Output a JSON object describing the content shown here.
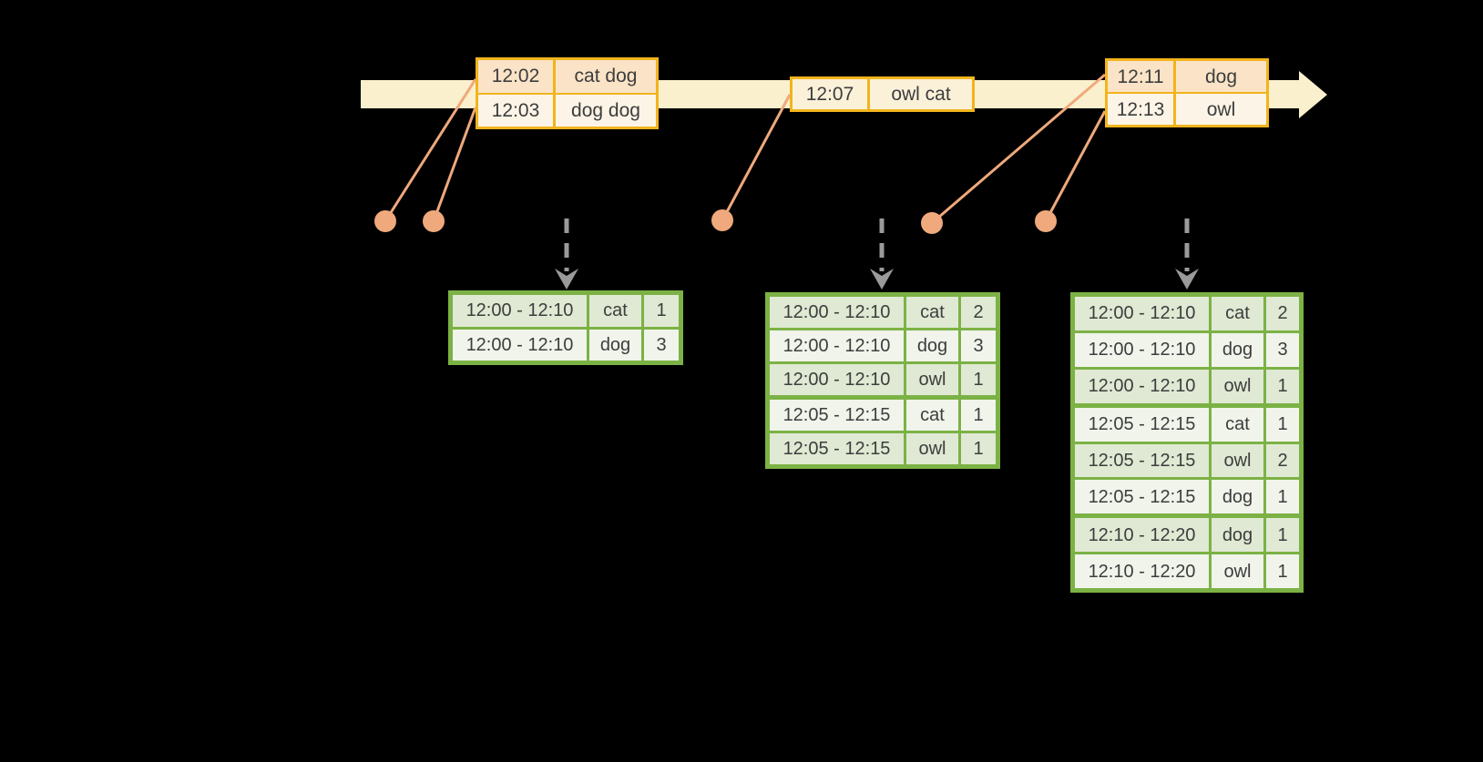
{
  "colors": {
    "background": "#000000",
    "timeline_fill": "#FAF0CD",
    "event_table_border": "#F2B41C",
    "event_row_dark": "#FAE3C6",
    "event_row_light": "#FCF4E6",
    "result_table_border": "#7CB245",
    "result_row_dark": "#DFE9D3",
    "result_row_light": "#F0F4EB",
    "connector": "#EFA97C",
    "trigger_arrow": "#9A9A9A",
    "text": "#3D3D3D"
  },
  "event_tables": [
    {
      "rows": [
        {
          "time": "12:02",
          "words": "cat dog"
        },
        {
          "time": "12:03",
          "words": "dog dog"
        }
      ]
    },
    {
      "rows": [
        {
          "time": "12:07",
          "words": "owl cat"
        }
      ]
    },
    {
      "rows": [
        {
          "time": "12:11",
          "words": "dog"
        },
        {
          "time": "12:13",
          "words": "owl"
        }
      ]
    }
  ],
  "result_tables": [
    {
      "rows": [
        {
          "window": "12:00 - 12:10",
          "word": "cat",
          "count": "1"
        },
        {
          "window": "12:00 - 12:10",
          "word": "dog",
          "count": "3"
        }
      ]
    },
    {
      "rows": [
        {
          "window": "12:00 - 12:10",
          "word": "cat",
          "count": "2"
        },
        {
          "window": "12:00 - 12:10",
          "word": "dog",
          "count": "3"
        },
        {
          "window": "12:00 - 12:10",
          "word": "owl",
          "count": "1"
        },
        {
          "window": "12:05 - 12:15",
          "word": "cat",
          "count": "1"
        },
        {
          "window": "12:05 - 12:15",
          "word": "owl",
          "count": "1"
        }
      ]
    },
    {
      "rows": [
        {
          "window": "12:00 - 12:10",
          "word": "cat",
          "count": "2"
        },
        {
          "window": "12:00 - 12:10",
          "word": "dog",
          "count": "3"
        },
        {
          "window": "12:00 - 12:10",
          "word": "owl",
          "count": "1"
        },
        {
          "window": "12:05 - 12:15",
          "word": "cat",
          "count": "1"
        },
        {
          "window": "12:05 - 12:15",
          "word": "owl",
          "count": "2"
        },
        {
          "window": "12:05 - 12:15",
          "word": "dog",
          "count": "1"
        },
        {
          "window": "12:10 - 12:20",
          "word": "dog",
          "count": "1"
        },
        {
          "window": "12:10 - 12:20",
          "word": "owl",
          "count": "1"
        }
      ]
    }
  ]
}
